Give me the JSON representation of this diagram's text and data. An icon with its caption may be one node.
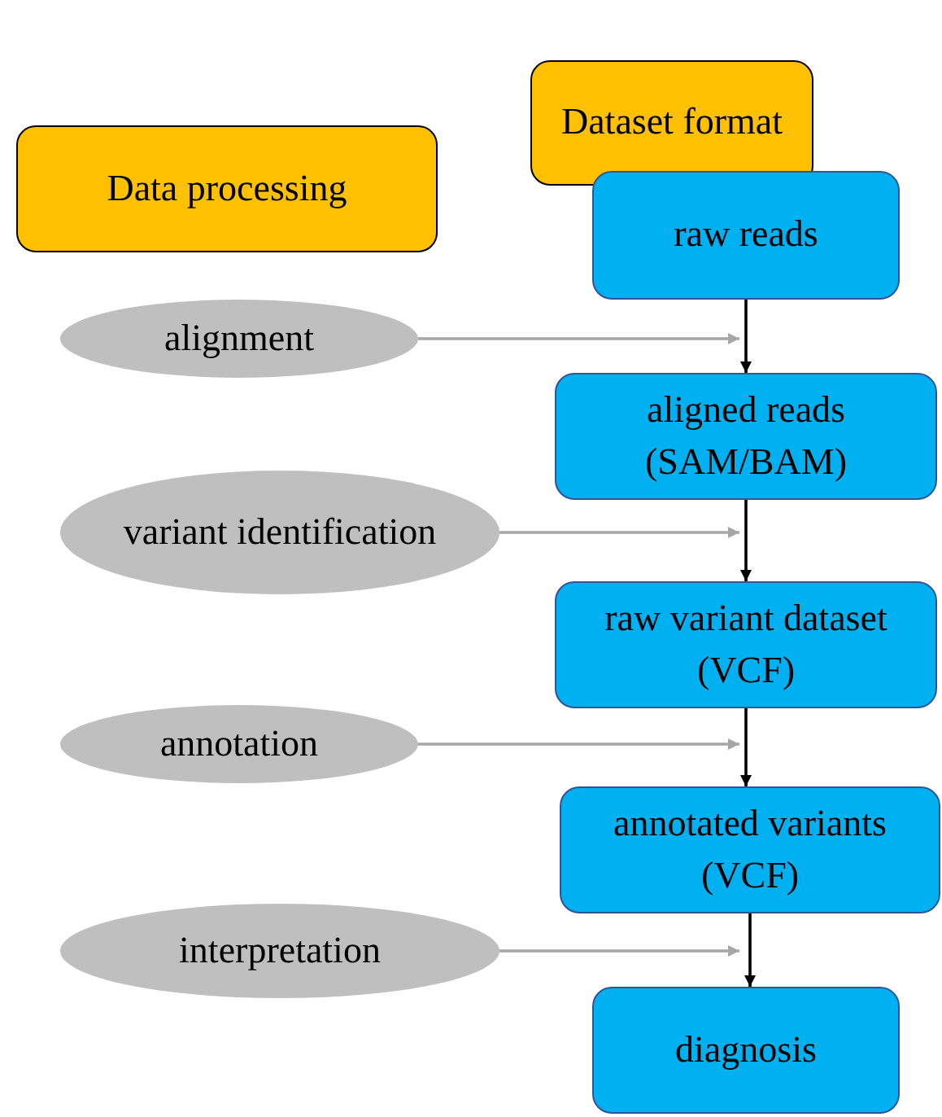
{
  "diagram": {
    "nodes": [
      {
        "text": [
          "Dataset format"
        ]
      },
      {
        "text": [
          "Data processing"
        ]
      },
      {
        "text": [
          "raw reads"
        ]
      },
      {
        "text": [
          "alignment"
        ]
      },
      {
        "text": [
          "aligned reads (SAM/BAM)"
        ]
      },
      {
        "text": [
          "variant identification"
        ]
      },
      {
        "text": [
          "raw variant dataset (VCF)"
        ]
      },
      {
        "text": [
          "annotation"
        ]
      },
      {
        "text": [
          "annotated variants (VCF)"
        ]
      },
      {
        "text": [
          "interpretation"
        ]
      },
      {
        "text": [
          "diagnosis"
        ]
      }
    ],
    "edges": [
      {
        "from": 2,
        "to": 4,
        "arrow": "to"
      },
      {
        "from": 4,
        "to": 6,
        "arrow": "to"
      },
      {
        "from": 6,
        "to": 8,
        "arrow": "to"
      },
      {
        "from": 8,
        "to": 10,
        "arrow": "to"
      },
      {
        "from": 3,
        "to": 4,
        "arrow": "to",
        "color": "#a6a6a6"
      },
      {
        "from": 5,
        "to": 4,
        "arrow": "to",
        "color": "#a6a6a6"
      },
      {
        "from": 7,
        "to": 6,
        "arrow": "to",
        "color": "#a6a6a6"
      },
      {
        "from": 9,
        "to": 10,
        "arrow": "to",
        "color": "#a6a6a6"
      }
    ]
  }
}
